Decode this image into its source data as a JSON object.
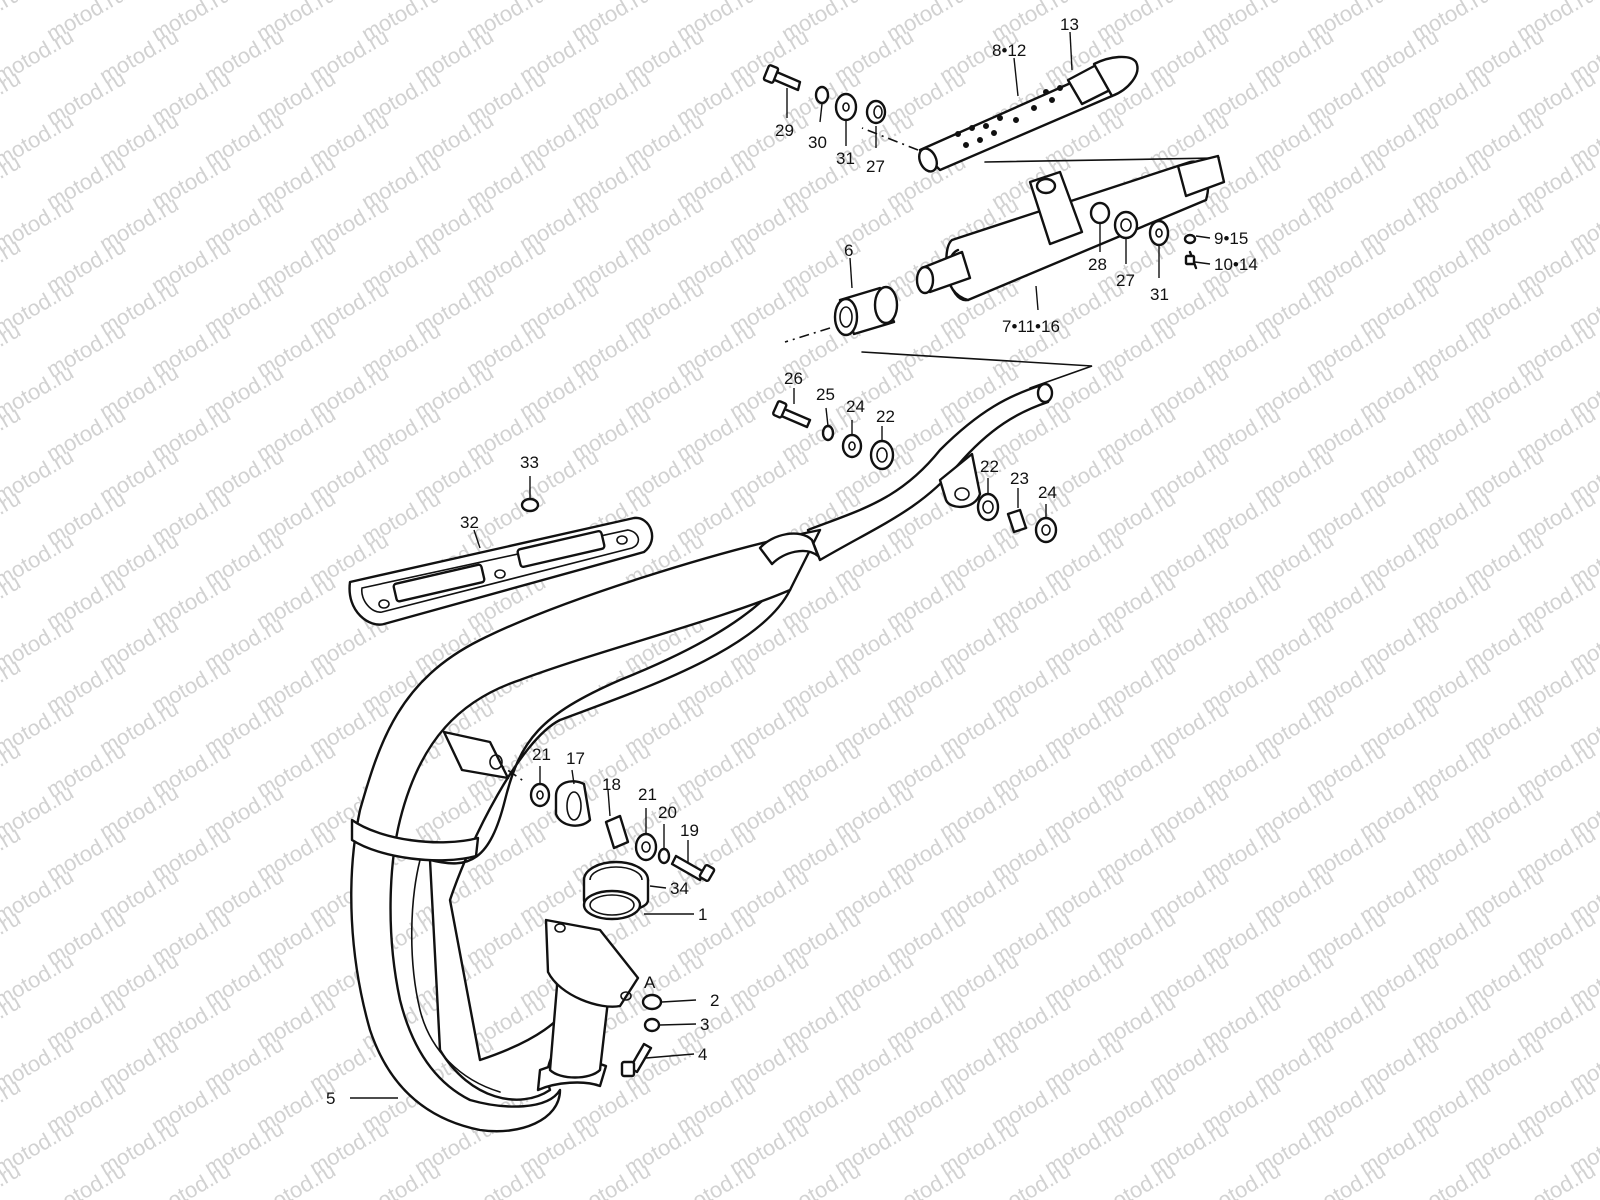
{
  "watermark": "motod.ru",
  "callouts": [
    {
      "id": "c13",
      "text": "13"
    },
    {
      "id": "c8_12",
      "text": "8•12"
    },
    {
      "id": "c29",
      "text": "29"
    },
    {
      "id": "c30",
      "text": "30"
    },
    {
      "id": "c31a",
      "text": "31"
    },
    {
      "id": "c27a",
      "text": "27"
    },
    {
      "id": "c9_15",
      "text": "9•15"
    },
    {
      "id": "c10_14",
      "text": "10•14"
    },
    {
      "id": "c28",
      "text": "28"
    },
    {
      "id": "c27b",
      "text": "27"
    },
    {
      "id": "c31b",
      "text": "31"
    },
    {
      "id": "c6",
      "text": "6"
    },
    {
      "id": "c7_11_16",
      "text": "7•11•16"
    },
    {
      "id": "c26",
      "text": "26"
    },
    {
      "id": "c25",
      "text": "25"
    },
    {
      "id": "c24a",
      "text": "24"
    },
    {
      "id": "c22a",
      "text": "22"
    },
    {
      "id": "c22b",
      "text": "22"
    },
    {
      "id": "c23",
      "text": "23"
    },
    {
      "id": "c24b",
      "text": "24"
    },
    {
      "id": "c33",
      "text": "33"
    },
    {
      "id": "c32",
      "text": "32"
    },
    {
      "id": "c21a",
      "text": "21"
    },
    {
      "id": "c17",
      "text": "17"
    },
    {
      "id": "c18",
      "text": "18"
    },
    {
      "id": "c21b",
      "text": "21"
    },
    {
      "id": "c20",
      "text": "20"
    },
    {
      "id": "c19",
      "text": "19"
    },
    {
      "id": "c34",
      "text": "34"
    },
    {
      "id": "c1",
      "text": "1"
    },
    {
      "id": "cA",
      "text": "A"
    },
    {
      "id": "c2",
      "text": "2"
    },
    {
      "id": "c3",
      "text": "3"
    },
    {
      "id": "c4",
      "text": "4"
    },
    {
      "id": "c5",
      "text": "5"
    }
  ]
}
